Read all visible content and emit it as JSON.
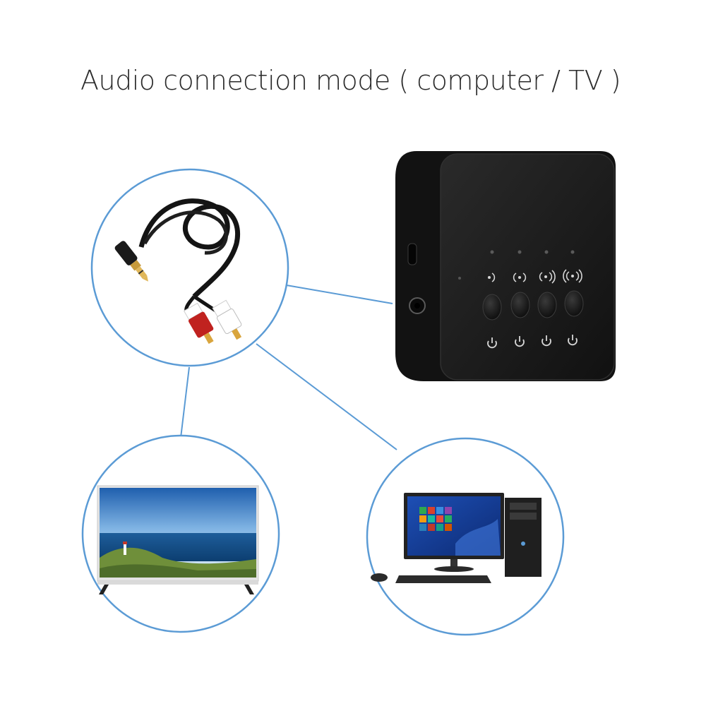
{
  "title": "Audio connection mode ( computer / TV )",
  "colors": {
    "connector_line": "#5b9bd5",
    "device_body": "#121212",
    "device_face": "#1c1c1c",
    "background": "#ffffff"
  },
  "device": {
    "channels": [
      {
        "wave_icon": "wave-1-icon",
        "power_icon": "power-icon"
      },
      {
        "wave_icon": "wave-2-icon",
        "power_icon": "power-icon"
      },
      {
        "wave_icon": "wave-3-icon",
        "power_icon": "power-icon"
      },
      {
        "wave_icon": "wave-4-icon",
        "power_icon": "power-icon"
      }
    ],
    "ports": [
      "usb-port",
      "audio-jack-3.5mm"
    ]
  },
  "nodes": [
    {
      "id": "cable",
      "depicts": "3.5mm-to-RCA-cable"
    },
    {
      "id": "tv",
      "depicts": "television"
    },
    {
      "id": "computer",
      "depicts": "desktop-computer"
    }
  ]
}
